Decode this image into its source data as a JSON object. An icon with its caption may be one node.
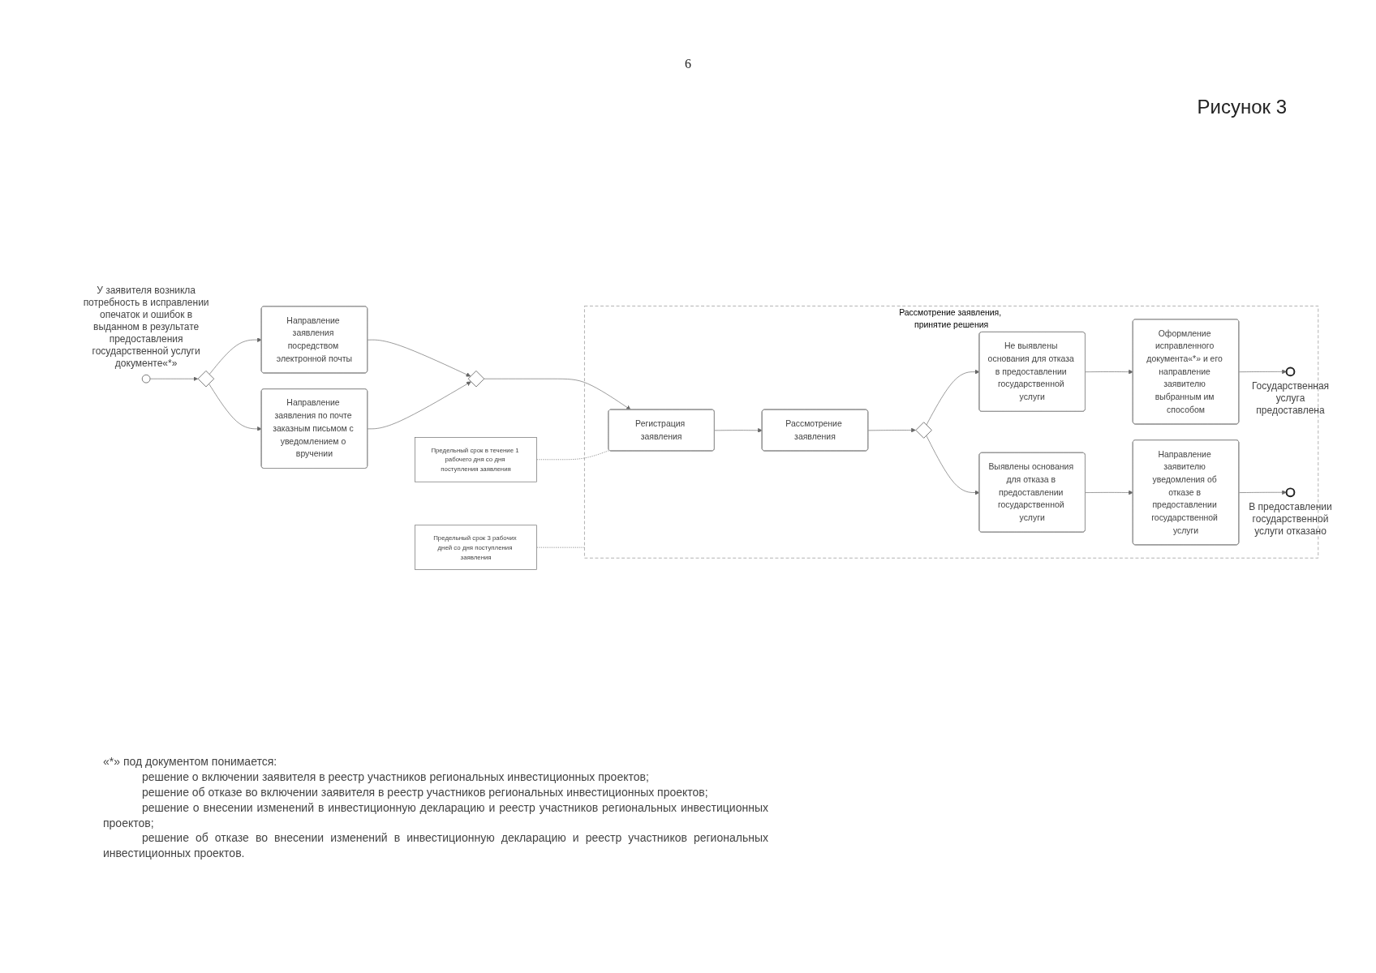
{
  "diagram": {
    "title": "Рисунок 3",
    "nodes": [
      {
        "text": [],
        "shape": "circle",
        "beside": [
          "У заявителя возникла потребность в исправлении опечаток и ошибок в выданном в результате предоставления государственной услуги документе«*»"
        ]
      },
      {
        "text": [],
        "shape": "diamond"
      },
      {
        "text": [
          "Направление заявления посредством электронной почты"
        ]
      },
      {
        "text": [
          "Направление заявления по почте заказным письмом с уведомлением о вручении"
        ]
      },
      {
        "text": [],
        "shape": "diamond"
      },
      {
        "text": [
          "Рассмотрение заявления, принятие решения"
        ]
      },
      {
        "text": [
          "Регистрация заявления"
        ],
        "in": 5
      },
      {
        "text": [
          "Рассмотрение заявления"
        ],
        "in": 5
      },
      {
        "text": [],
        "shape": "diamond",
        "in": 5
      },
      {
        "text": [
          "Выявлены основания для отказа в предоставлении государственной услуги"
        ],
        "in": 5
      },
      {
        "text": [
          "Не выявлены основания для отказа в предоставлении государственной услуги"
        ],
        "in": 5
      },
      {
        "text": [
          "Оформление исправленного документа«*» и его направление заявителю выбранным им способом"
        ],
        "in": 5
      },
      {
        "text": [
          "Направление заявителю уведомления об отказе в предоставлении государственной услуги"
        ],
        "in": 5
      },
      {
        "text": [],
        "shape": "circle",
        "in": 5,
        "beside": [
          "Государственная услуга предоставлена"
        ]
      },
      {
        "text": [],
        "shape": "circle",
        "in": 5,
        "beside": [
          "В предоставлении государственной услуги отказано"
        ]
      },
      {
        "text": [
          "Предельный срок в течение 1 рабочего дня со дня поступления заявления"
        ]
      },
      {
        "text": [
          "Предельный срок 3 рабочих дней со дня поступления заявления"
        ]
      }
    ],
    "edges": [
      {
        "from": 0,
        "to": 1,
        "arrow": "to"
      },
      {
        "from": 1,
        "to": 2,
        "arrow": "to"
      },
      {
        "from": 1,
        "to": 3,
        "arrow": "to"
      },
      {
        "from": 2,
        "to": 4,
        "arrow": "to"
      },
      {
        "from": 3,
        "to": 4,
        "arrow": "to"
      },
      {
        "from": 4,
        "to": 6,
        "arrow": "to"
      },
      {
        "from": 6,
        "to": 7,
        "arrow": "to"
      },
      {
        "from": 7,
        "to": 8,
        "arrow": "to"
      },
      {
        "from": 8,
        "to": 9,
        "arrow": "to"
      },
      {
        "from": 8,
        "to": 10,
        "arrow": "to"
      },
      {
        "from": 9,
        "to": 12,
        "arrow": "to"
      },
      {
        "from": 10,
        "to": 11,
        "arrow": "to"
      },
      {
        "from": 11,
        "to": 13,
        "arrow": "to"
      },
      {
        "from": 12,
        "to": 14,
        "arrow": "to"
      },
      {
        "from": 15,
        "to": 6,
        "arrow": "none",
        "style": "dashed"
      },
      {
        "from": 16,
        "to": 5,
        "arrow": "none",
        "style": "dashed"
      }
    ],
    "labels": [
      "6",
      "«*» под документом понимается:",
      "решение о включении заявителя в реестр участников региональных инвестиционных проектов;",
      "решение об отказе во включении заявителя в реестр участников региональных инвестиционных проектов;",
      "решение о внесении изменений в инвестиционную декларацию и реестр участников региональных инвестиционных проектов;",
      "решение об отказе во внесении изменений в инвестиционную декларацию и реестр участников региональных инвестиционных проектов."
    ]
  }
}
